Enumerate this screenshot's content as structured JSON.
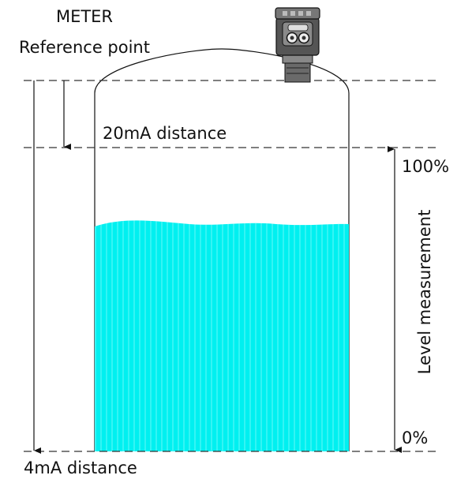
{
  "labels": {
    "meter": "METER",
    "reference_point": "Reference point",
    "distance_20ma": "20mA distance",
    "distance_4ma": "4mA distance",
    "level_100": "100%",
    "level_0": "0%",
    "level_measurement": "Level measurement"
  },
  "colors": {
    "liquid": "#00F0F0",
    "outline": "#111111",
    "sensor_body": "#555555"
  },
  "level_fraction": 0.74
}
